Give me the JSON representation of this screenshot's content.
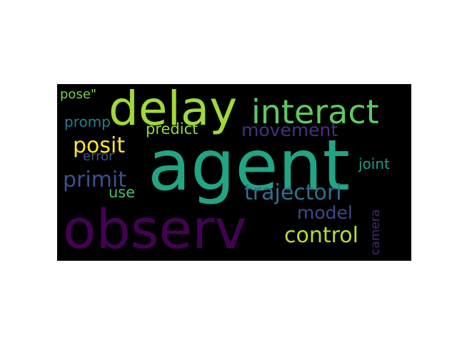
{
  "wordcloud": {
    "background": "#000000",
    "words": {
      "agent": {
        "text": "agent",
        "color": "#21a585"
      },
      "observ": {
        "text": "observ",
        "color": "#440154"
      },
      "delay": {
        "text": "delay",
        "color": "#9fda3a"
      },
      "interact": {
        "text": "interact",
        "color": "#5ec962"
      },
      "trajectori": {
        "text": "trajectori",
        "color": "#2c728e"
      },
      "control": {
        "text": "control",
        "color": "#b5de2b"
      },
      "movement": {
        "text": "movement",
        "color": "#46327e"
      },
      "primit": {
        "text": "primit",
        "color": "#3b528b"
      },
      "posit": {
        "text": "posit",
        "color": "#fde725"
      },
      "model": {
        "text": "model",
        "color": "#3e4989"
      },
      "predict": {
        "text": "predict",
        "color": "#95d840"
      },
      "use": {
        "text": "use",
        "color": "#4ac16d"
      },
      "promp": {
        "text": "promp",
        "color": "#277f8e"
      },
      "joint": {
        "text": "joint",
        "color": "#1f9e89"
      },
      "error": {
        "text": "error",
        "color": "#3b528b"
      },
      "pose": {
        "text": "pose\"",
        "color": "#73d055"
      },
      "camera": {
        "text": "camera",
        "color": "#482878"
      }
    }
  }
}
